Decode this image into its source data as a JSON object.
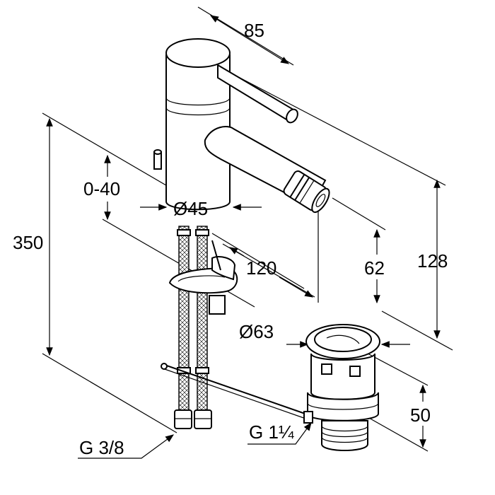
{
  "dimensions": {
    "width_85": "85",
    "height_350": "350",
    "lift_0_40": "0-40",
    "diameter_45": "Ø45",
    "reach_120": "120",
    "height_128": "128",
    "height_62": "62",
    "diameter_63": "Ø63",
    "height_50": "50",
    "thread_g38": "G 3/8",
    "thread_g114": "G 1¼"
  },
  "colors": {
    "line": "#000000",
    "background": "#ffffff"
  }
}
